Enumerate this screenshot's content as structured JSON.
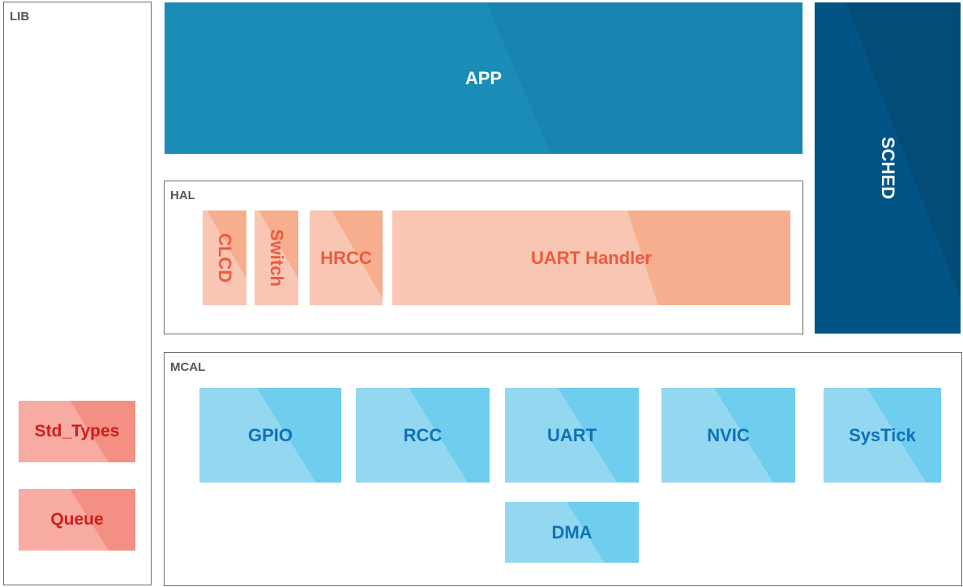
{
  "lib": {
    "label": "LIB",
    "items": [
      {
        "label": "Std_Types"
      },
      {
        "label": "Queue"
      }
    ]
  },
  "app": {
    "label": "APP"
  },
  "sched": {
    "label": "SCHED"
  },
  "hal": {
    "label": "HAL",
    "items": [
      {
        "label": "CLCD"
      },
      {
        "label": "Switch"
      },
      {
        "label": "HRCC"
      },
      {
        "label": "UART Handler"
      }
    ]
  },
  "mcal": {
    "label": "MCAL",
    "items": [
      {
        "label": "GPIO"
      },
      {
        "label": "RCC"
      },
      {
        "label": "UART"
      },
      {
        "label": "NVIC"
      },
      {
        "label": "SysTick"
      },
      {
        "label": "DMA"
      }
    ]
  },
  "colors": {
    "app": "#1a8cb6",
    "sched": "#035486",
    "hal_block": "#f8c6b2",
    "hal_text": "#ed5a3e",
    "mcal_block": "#93d8f0",
    "mcal_text": "#0f72b8",
    "lib_block": "#f7aba2",
    "lib_text": "#cc1f1c"
  }
}
